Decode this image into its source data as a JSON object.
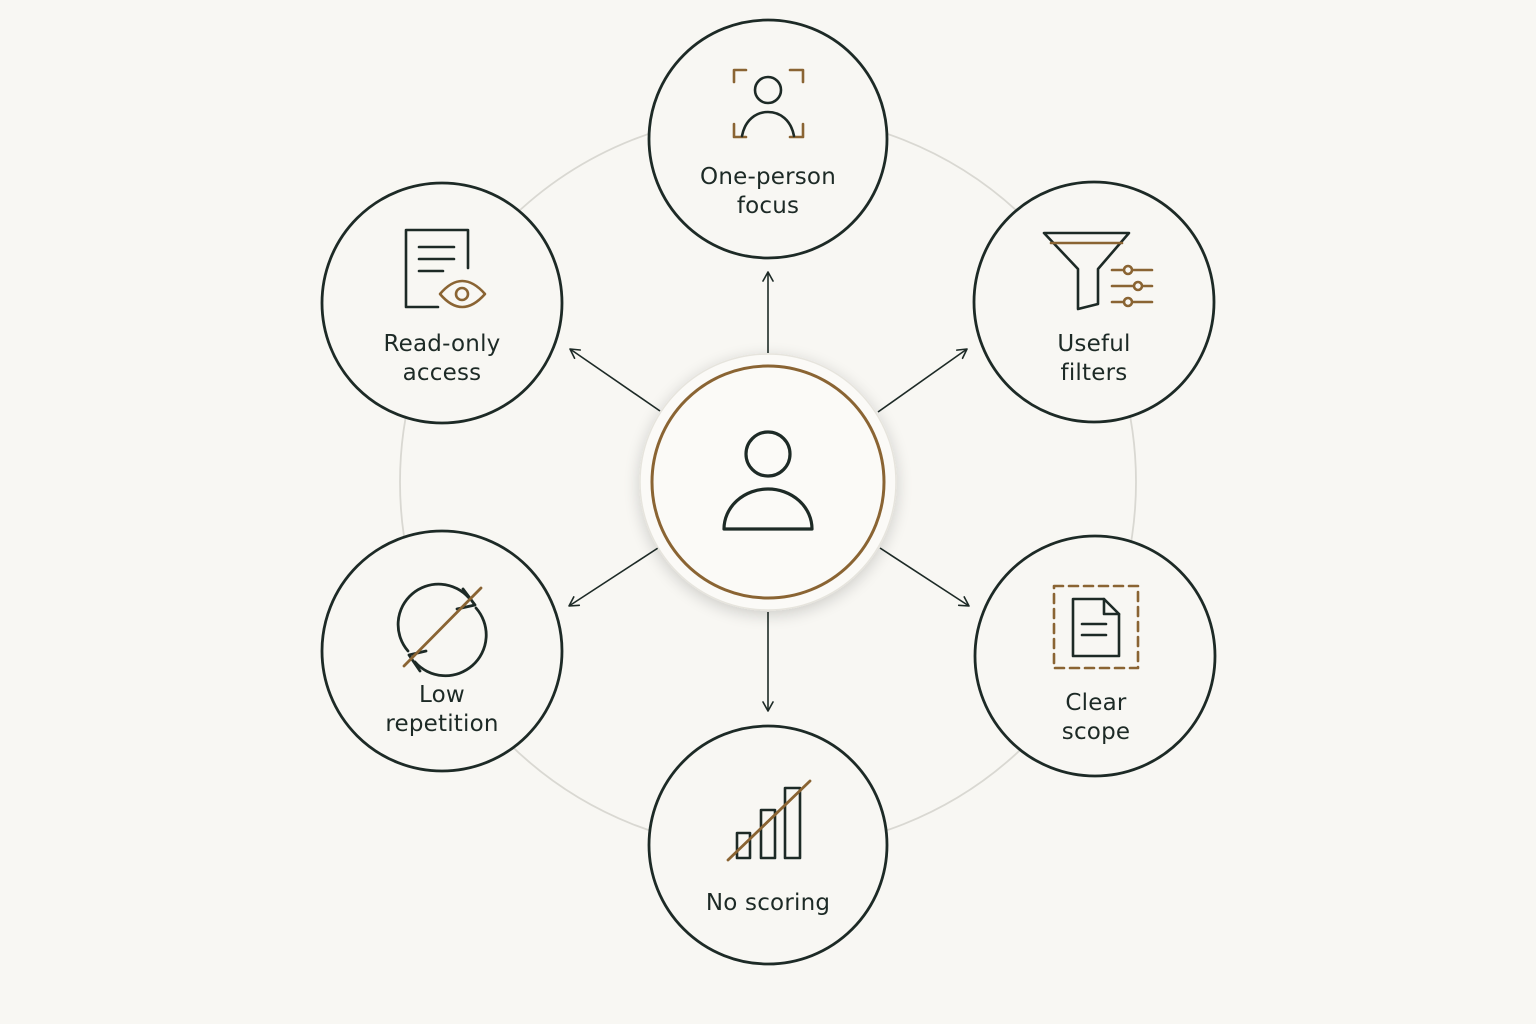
{
  "colors": {
    "background": "#f8f7f3",
    "ink": "#1d2a26",
    "accent": "#8a6433",
    "ring": "#d9d8d2"
  },
  "center": {
    "icon": "person-icon"
  },
  "nodes": [
    {
      "id": "one-person-focus",
      "icon": "person-focus-icon",
      "lines": [
        "One-person",
        "focus"
      ]
    },
    {
      "id": "useful-filters",
      "icon": "filter-sliders-icon",
      "lines": [
        "Useful",
        "filters"
      ]
    },
    {
      "id": "clear-scope",
      "icon": "document-scope-icon",
      "lines": [
        "Clear",
        "scope"
      ]
    },
    {
      "id": "no-scoring",
      "icon": "bar-chart-crossed-icon",
      "lines": [
        "No scoring"
      ]
    },
    {
      "id": "low-repetition",
      "icon": "refresh-crossed-icon",
      "lines": [
        "Low",
        "repetition"
      ]
    },
    {
      "id": "read-only-access",
      "icon": "document-eye-icon",
      "lines": [
        "Read-only",
        "access"
      ]
    }
  ]
}
